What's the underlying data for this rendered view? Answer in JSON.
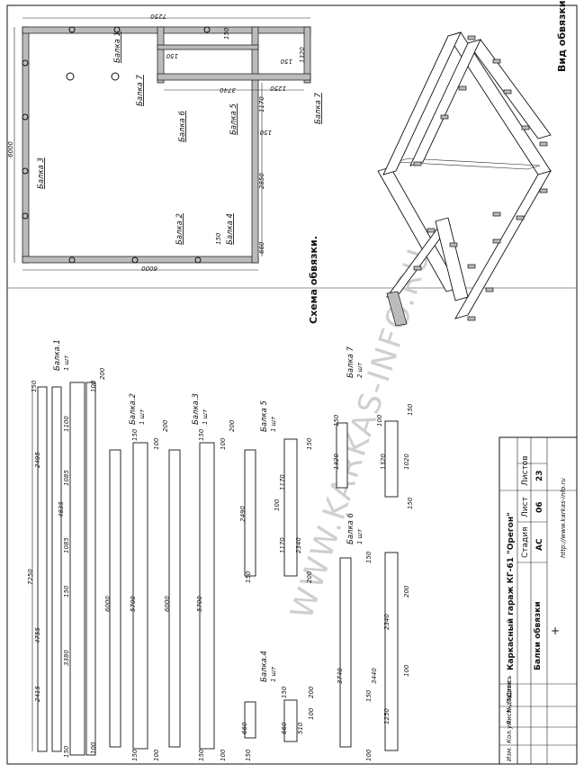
{
  "plan": {
    "title": "Схема обвязки.",
    "dims": {
      "top": "7250",
      "left": "6000",
      "bottom": "6000",
      "d150a": "150",
      "d1320": "1320",
      "d3740": "3740",
      "d1250": "1250",
      "d1170": "1170",
      "d2850": "2850",
      "d660": "660",
      "d150b": "150",
      "d150c": "150",
      "d150d": "150",
      "d150e": "150"
    },
    "labels": {
      "b1": "Балка 1",
      "b7a": "Балка 7",
      "b6": "Балка 6",
      "b5": "Балка 5",
      "b7b": "Балка 7",
      "b3": "Балка 3",
      "b2": "Балка 2",
      "b4": "Балка 4"
    }
  },
  "iso": {
    "title": "Вид обвязки."
  },
  "beams": {
    "b1": {
      "name": "Балка.1",
      "qty": "1 шт",
      "d7250": "7250",
      "d2495": "2495",
      "d4835": "4835",
      "d4755": "4755",
      "d2415": "2415",
      "d150": "150",
      "d100": "100",
      "d200": "200",
      "d1100": "1100",
      "d1085": "1085",
      "d1085b": "1085",
      "d3380": "3380",
      "d150b": "150",
      "d100b": "100",
      "d150c": "150"
    },
    "b2": {
      "name": "Балка.2",
      "qty": "1 шт",
      "d6000": "6000",
      "d5700": "5700",
      "d150": "150",
      "d100": "100",
      "d200": "200",
      "d150b": "150",
      "d100b": "100"
    },
    "b3": {
      "name": "Балка.3",
      "qty": "1 шт",
      "d6000": "6000",
      "d5700": "5700",
      "d150": "150",
      "d100": "100",
      "d200": "200",
      "d150b": "150",
      "d100b": "100"
    },
    "b5": {
      "name": "Балка 5",
      "qty": "1 шт",
      "d2490": "2490",
      "d1170": "1170",
      "d1170b": "1170",
      "d2340": "2340",
      "d150": "150",
      "d100": "100",
      "d200": "200",
      "d150b": "150"
    },
    "b7": {
      "name": "Балка 7",
      "qty": "2 шт",
      "d1320": "1320",
      "d1320b": "1320",
      "d1020": "1020",
      "d150": "150",
      "d100": "100",
      "d150b": "150",
      "d150c": "150"
    },
    "b6": {
      "name": "Балка 6",
      "qty": "1 шт",
      "d3740": "3740",
      "d3440": "3440",
      "d2340": "2340",
      "d1250": "1250",
      "d150": "150",
      "d100": "100",
      "d200": "200",
      "d150b": "150",
      "d100b": "100"
    },
    "b4": {
      "name": "Балка.4",
      "qty": "1 шт",
      "d660": "660",
      "d660b": "660",
      "d510": "510",
      "d150": "150",
      "d100": "100",
      "d200": "200",
      "d150b": "150"
    }
  },
  "stamp": {
    "title": "Каркасный гараж КГ-61 \"Орегон\"",
    "col_stage": "Стадия",
    "col_sheet": "Лист",
    "col_sheets": "Листов",
    "stage": "АС",
    "sheet": "06",
    "sheets": "23",
    "doc": "Балки обвязки",
    "url": "http://www.karkas-info.ru",
    "h_izm": "Изм.",
    "h_kol": "Кол.уч",
    "h_list": "Лист",
    "h_ndok": "№док.",
    "h_podp": "Подпись",
    "h_data": "Дата"
  },
  "watermark": "WWW.KARKAS-INFO.RU"
}
